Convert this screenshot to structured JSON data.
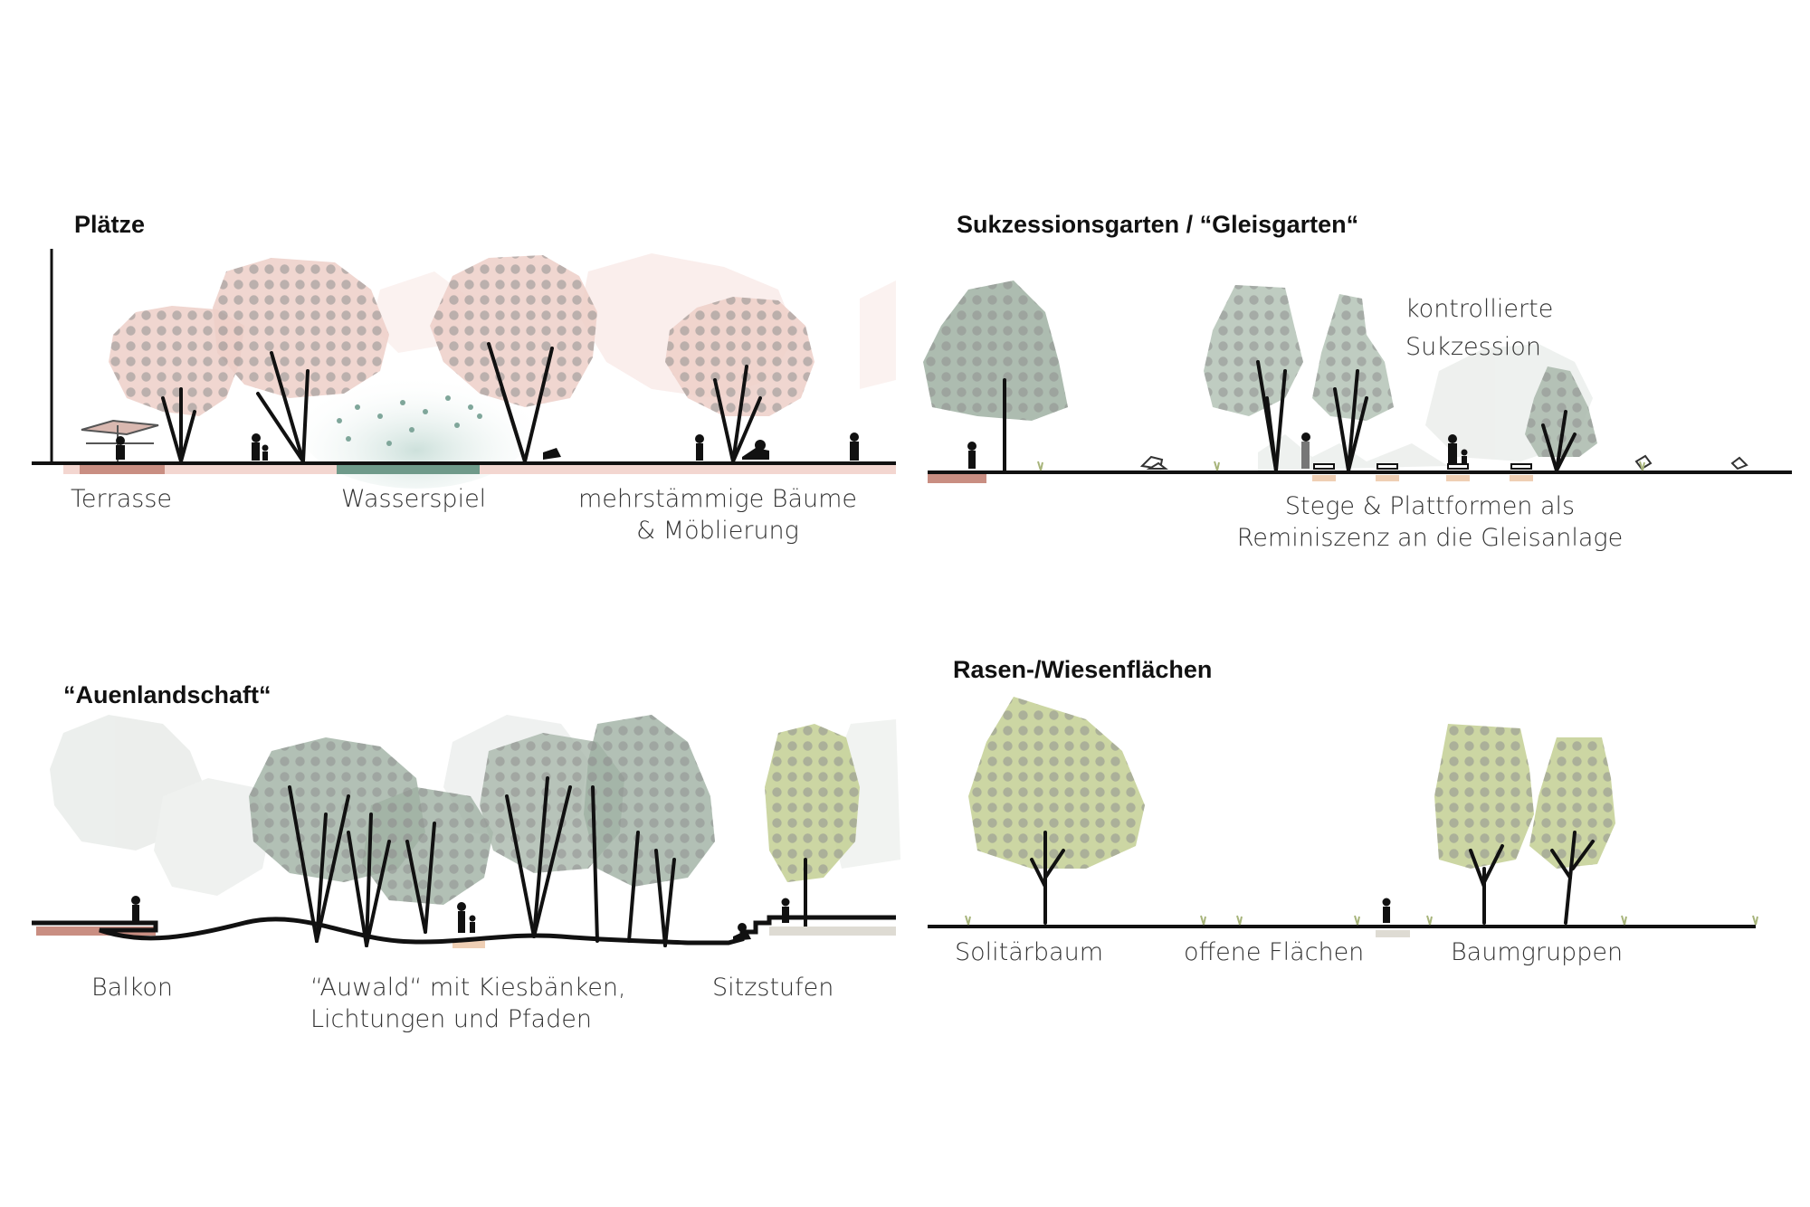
{
  "colors": {
    "pink": "#e8c0b8",
    "pink_ground": "#c98e82",
    "green_grey": "#9fb0a2",
    "water": "#6f9a8a",
    "olive": "#c3cf93",
    "sand": "#efcfb4",
    "dots": "#8a8a8a",
    "ground": "#111111"
  },
  "panels": {
    "plaetze": {
      "title": "Plätze",
      "labels": {
        "terrasse": "Terrasse",
        "wasserspiel": "Wasserspiel",
        "baeume_line1": "mehrstämmige Bäume",
        "baeume_line2": "& Möblierung"
      }
    },
    "sukzession": {
      "title": "Sukzessionsgarten / “Gleisgarten“",
      "labels": {
        "kontrolliert_line1": "kontrollierte",
        "kontrolliert_line2": "Sukzession",
        "stege_line1": "Stege & Plattformen als",
        "stege_line2": "Reminiszenz an die Gleisanlage"
      }
    },
    "auen": {
      "title": "“Auenlandschaft“",
      "labels": {
        "balkon": "Balkon",
        "auwald_line1": "“Auwald“ mit Kiesbänken,",
        "auwald_line2": "Lichtungen und Pfaden",
        "sitzstufen": "Sitzstufen"
      }
    },
    "rasen": {
      "title": "Rasen-/Wiesenflächen",
      "labels": {
        "solitaer": "Solitärbaum",
        "offen": "offene Flächen",
        "gruppen": "Baumgruppen"
      }
    }
  }
}
